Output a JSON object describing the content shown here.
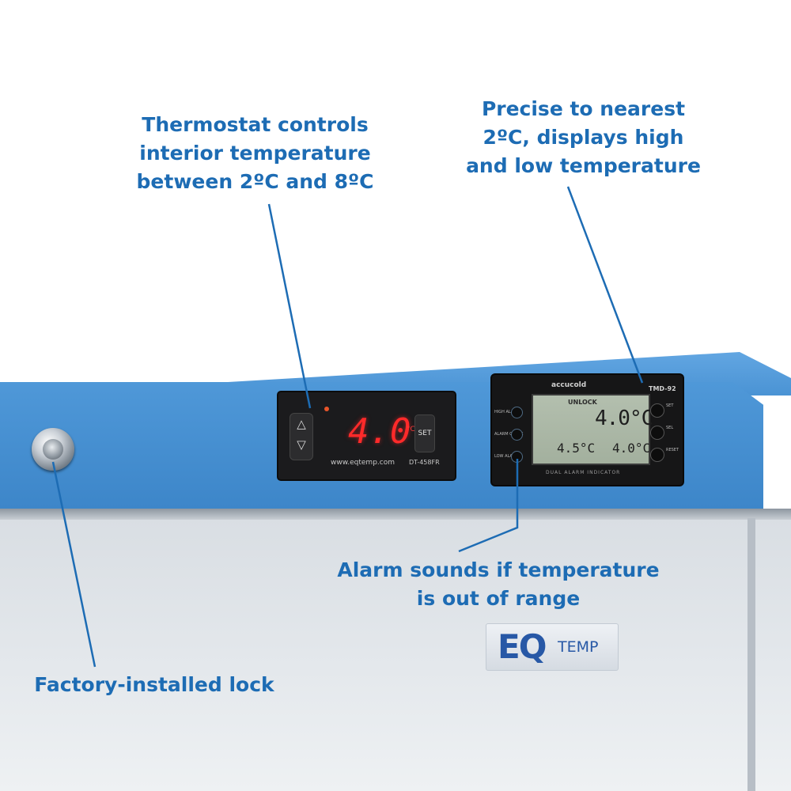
{
  "callouts": {
    "thermostat": [
      "Thermostat controls",
      "interior temperature",
      "between 2ºC and 8ºC"
    ],
    "monitor": [
      "Precise to nearest",
      "2ºC, displays high",
      "and low temperature"
    ],
    "alarm": [
      "Alarm sounds if temperature",
      "is out of range"
    ],
    "lock": "Factory-installed lock"
  },
  "thermostat_panel": {
    "temperature": "4.0",
    "unit": "°C",
    "up_symbol": "△",
    "down_symbol": "▽",
    "set_label": "SET",
    "website": "www.eqtemp.com",
    "model": "DT-458FR"
  },
  "monitor_panel": {
    "brand": "accucold",
    "model": "TMD-92",
    "status": "UNLOCK",
    "current_temp": "4.0°C",
    "low_temp": "4.5°C",
    "high_temp": "4.0°C",
    "footer": "DUAL ALARM INDICATOR",
    "left_labels": [
      "HIGH ALARM",
      "ALARM CHECK",
      "LOW ALARM"
    ],
    "right_labels": [
      "SET",
      "SEL",
      "RESET"
    ]
  },
  "logo": {
    "primary": "EQ",
    "secondary": "TEMP"
  },
  "colors": {
    "callout_text": "#1d6cb4",
    "cabinet_blue": "#3d86c9",
    "thermostat_digits": "#ff2a2a",
    "logo": "#2758a6"
  }
}
